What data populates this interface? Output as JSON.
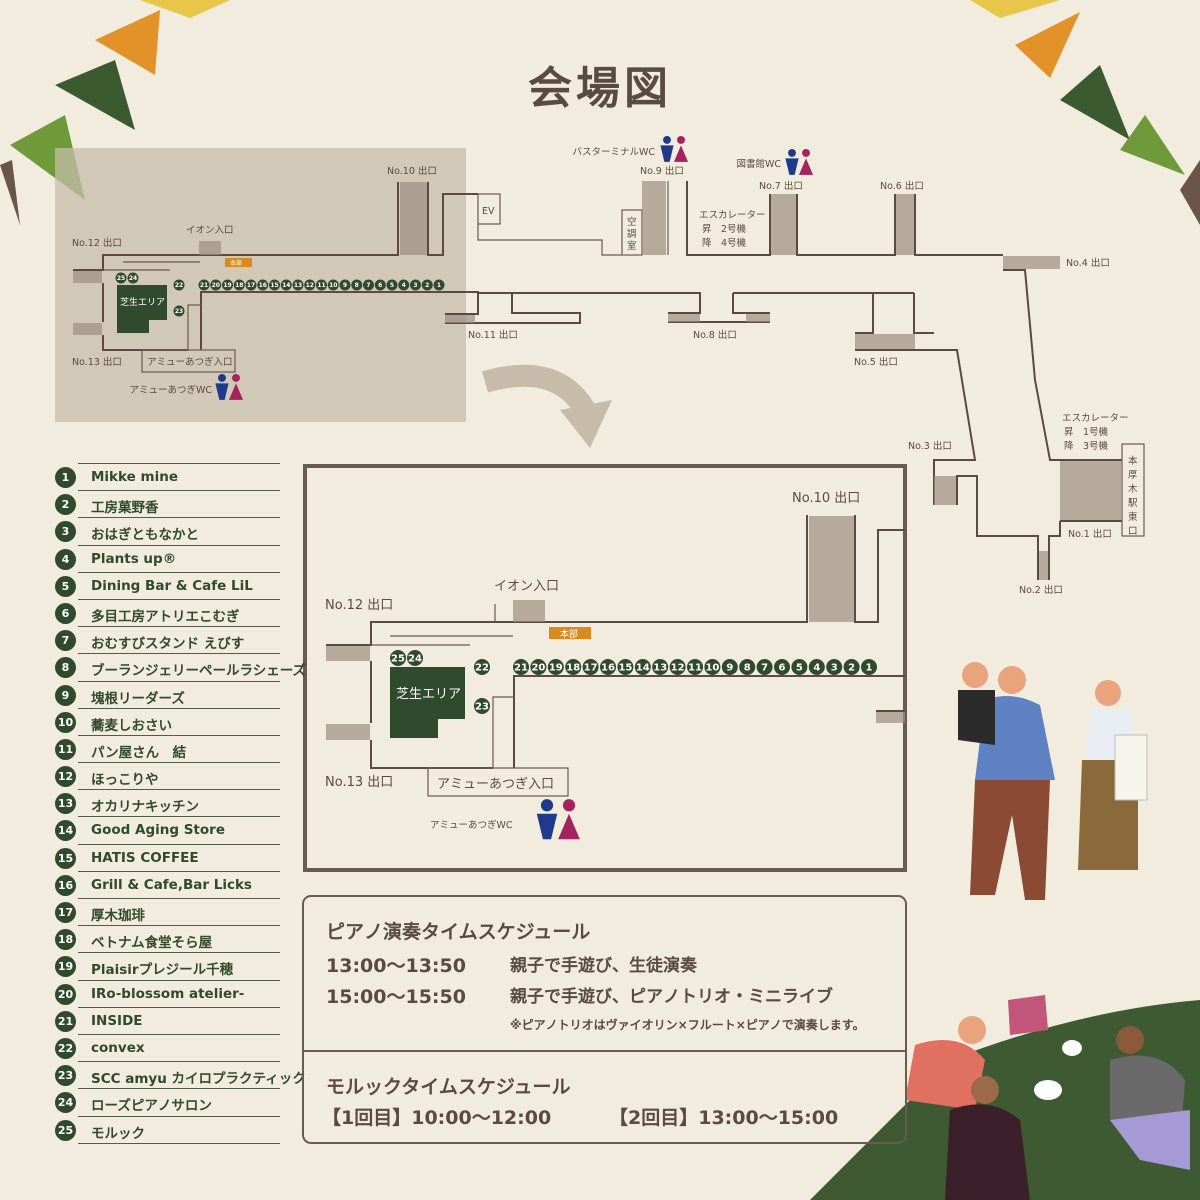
{
  "title": "会場図",
  "colors": {
    "background": "#f2ecde",
    "line": "#5b4a40",
    "green": "#2f4a2c",
    "orange": "#d98a1e",
    "male": "#1f3a8a",
    "female": "#a3235e"
  },
  "overview_map": {
    "exits": {
      "no1": "No.1 出口",
      "no2": "No.2 出口",
      "no3": "No.3 出口",
      "no4": "No.4 出口",
      "no5": "No.5 出口",
      "no6": "No.6 出口",
      "no7": "No.7 出口",
      "no8": "No.8 出口",
      "no9": "No.9 出口",
      "no10": "No.10 出口",
      "no11": "No.11 出口",
      "no12": "No.12 出口",
      "no13": "No.13 出口"
    },
    "ev": "EV",
    "aircon_room": [
      "空",
      "調",
      "室"
    ],
    "escalator_a": [
      "エスカレーター",
      "昇　2号機",
      "降　4号機"
    ],
    "escalator_b": [
      "エスカレーター",
      "昇　1号機",
      "降　3号機"
    ],
    "station": [
      "本",
      "厚",
      "木",
      "駅",
      "東",
      "口"
    ],
    "wc_bus": "バスターミナルWC",
    "wc_library": "図書館WC",
    "wc_amyu": "アミューあつぎWC",
    "aeon_entrance": "イオン入口",
    "amyu_entrance": "アミューあつぎ入口",
    "hq": "本部",
    "lawn": "芝生エリア"
  },
  "detail_map": {
    "no10": "No.10 出口",
    "no12": "No.12 出口",
    "no13": "No.13 出口",
    "aeon_entrance": "イオン入口",
    "amyu_entrance": "アミューあつぎ入口",
    "hq": "本部",
    "lawn": "芝生エリア",
    "wc_amyu": "アミューあつぎWC"
  },
  "vendors": [
    {
      "no": "1",
      "name": "Mikke mine"
    },
    {
      "no": "2",
      "name": "工房菓野香"
    },
    {
      "no": "3",
      "name": "おはぎともなかと"
    },
    {
      "no": "4",
      "name": "Plants up®"
    },
    {
      "no": "5",
      "name": "Dining Bar & Cafe LiL"
    },
    {
      "no": "6",
      "name": "多目工房アトリエこむぎ"
    },
    {
      "no": "7",
      "name": "おむすびスタンド えびす"
    },
    {
      "no": "8",
      "name": "ブーランジェリーペールラシェーズ"
    },
    {
      "no": "9",
      "name": "塊根リーダーズ"
    },
    {
      "no": "10",
      "name": "蕎麦しおさい"
    },
    {
      "no": "11",
      "name": "パン屋さん　結"
    },
    {
      "no": "12",
      "name": "ほっこりや"
    },
    {
      "no": "13",
      "name": "オカリナキッチン"
    },
    {
      "no": "14",
      "name": "Good Aging Store"
    },
    {
      "no": "15",
      "name": "HATIS COFFEE"
    },
    {
      "no": "16",
      "name": "Grill & Cafe,Bar Licks"
    },
    {
      "no": "17",
      "name": "厚木珈琲"
    },
    {
      "no": "18",
      "name": "ベトナム食堂そら屋"
    },
    {
      "no": "19",
      "name": "Plaisirプレジール千穂"
    },
    {
      "no": "20",
      "name": "IRo-blossom atelier-"
    },
    {
      "no": "21",
      "name": "INSIDE"
    },
    {
      "no": "22",
      "name": "convex"
    },
    {
      "no": "23",
      "name": "SCC amyu カイロプラクティック"
    },
    {
      "no": "24",
      "name": "ローズピアノサロン"
    },
    {
      "no": "25",
      "name": "モルック"
    }
  ],
  "piano_schedule": {
    "title": "ピアノ演奏タイムスケジュール",
    "rows": [
      {
        "time": "13:00〜13:50",
        "desc": "親子で手遊び、生徒演奏"
      },
      {
        "time": "15:00〜15:50",
        "desc": "親子で手遊び、ピアノトリオ・ミニライブ"
      }
    ],
    "note": "※ピアノトリオはヴァイオリン×フルート×ピアノで演奏します。"
  },
  "molkky_schedule": {
    "title": "モルックタイムスケジュール",
    "slot1": "【1回目】10:00〜12:00",
    "slot2": "【2回目】13:00〜15:00"
  }
}
